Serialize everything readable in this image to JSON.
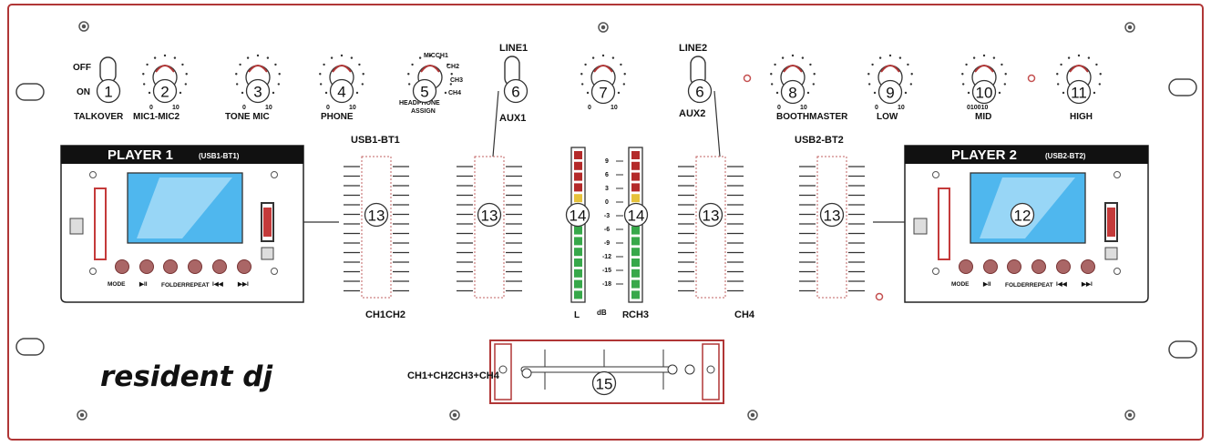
{
  "brand": "resident dj",
  "talkover": {
    "label": "TALKOVER",
    "off": "OFF",
    "on": "ON"
  },
  "knobs": {
    "mic": "MIC1-MIC2",
    "tone": "TONE MIC",
    "phone": "PHONE",
    "booth": "BOOTHMASTER",
    "low": "LOW",
    "mid": "MID",
    "high": "HIGH",
    "scale_min": "0",
    "scale_max": "10",
    "mid_scale": "010010"
  },
  "headphone_assign": {
    "options": [
      "MICCH1",
      "CH2",
      "CH3",
      "CH4"
    ],
    "label1": "HEADPHONE",
    "label2": "ASSIGN"
  },
  "switches": {
    "line1": "LINE1",
    "aux1": "AUX1",
    "line2": "LINE2",
    "aux2": "AUX2"
  },
  "player1": {
    "title": "PLAYER 1",
    "subtitle": "(USB1-BT1)"
  },
  "player2": {
    "title": "PLAYER 2",
    "subtitle": "(USB2-BT2)"
  },
  "player_buttons": {
    "mode": "MODE",
    "play": "▶II",
    "folder_repeat": "FOLDERREPEAT",
    "prev": "I◀◀",
    "next": "▶▶I"
  },
  "channels": {
    "usb1": "USB1-BT1",
    "usb2": "USB2-BT2",
    "ch1ch2": "CH1CH2",
    "ch3": "CH3",
    "ch4": "CH4"
  },
  "vu": {
    "scale": [
      "9",
      "6",
      "3",
      "0",
      "-3",
      "-6",
      "-9",
      "-12",
      "-15",
      "-18"
    ],
    "left": "L",
    "unit": "dB",
    "right": "R"
  },
  "crossfader": {
    "label": "CH1+CH2CH3+CH4"
  },
  "callouts": [
    "1",
    "2",
    "3",
    "4",
    "5",
    "6",
    "6",
    "7",
    "8",
    "9",
    "10",
    "11",
    "12",
    "13",
    "13",
    "13",
    "13",
    "14",
    "14",
    "15"
  ]
}
